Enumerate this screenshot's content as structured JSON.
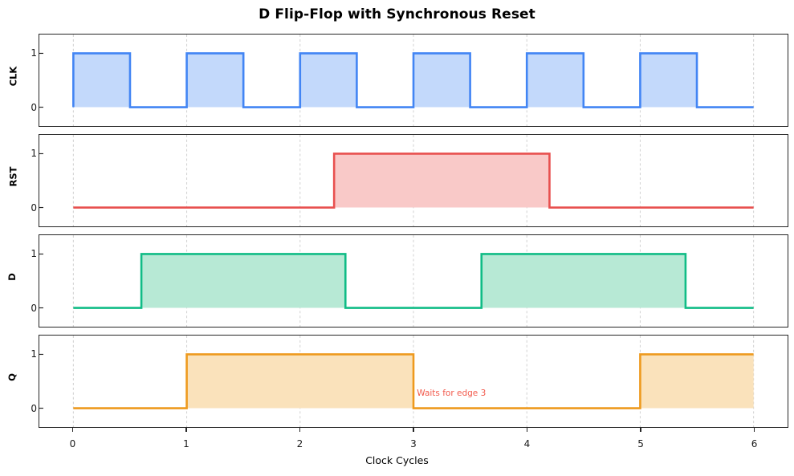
{
  "chart_data": {
    "type": "line",
    "title": "D Flip-Flop with Synchronous Reset",
    "xlabel": "Clock Cycles",
    "ylabel": "",
    "xlim": [
      -0.3,
      6.3
    ],
    "ylim": [
      -0.35,
      1.35
    ],
    "xticks": [
      0,
      1,
      2,
      3,
      4,
      5,
      6
    ],
    "xtick_labels": [
      "0",
      "1",
      "2",
      "3",
      "4",
      "5",
      "6"
    ],
    "yticks": [
      0,
      1
    ],
    "ytick_labels": [
      "0",
      "1"
    ],
    "grid": true,
    "grid_axis": "x",
    "legend": "none",
    "panels": [
      {
        "name": "CLK",
        "label": "CLK",
        "color": "#4285F4",
        "fill_color": "#c3d9fb",
        "x": [
          0,
          0,
          0.5,
          0.5,
          1,
          1,
          1.5,
          1.5,
          2,
          2,
          2.5,
          2.5,
          3,
          3,
          3.5,
          3.5,
          4,
          4,
          4.5,
          4.5,
          5,
          5,
          5.5,
          5.5,
          6
        ],
        "y": [
          0,
          1,
          1,
          0,
          0,
          1,
          1,
          0,
          0,
          1,
          1,
          0,
          0,
          1,
          1,
          0,
          0,
          1,
          1,
          0,
          0,
          1,
          1,
          0,
          0
        ],
        "description": "Square clock, 50% duty cycle, 6 rising edges at t=0,1,2,3,4,5"
      },
      {
        "name": "RST",
        "label": "RST",
        "color": "#E8504F",
        "fill_color": "#f9c9c8",
        "x": [
          0,
          2.3,
          2.3,
          4.2,
          4.2,
          6
        ],
        "y": [
          0,
          0,
          1,
          1,
          0,
          0
        ],
        "description": "Synchronous reset asserted from t=2.3 to t=4.2"
      },
      {
        "name": "D",
        "label": "D",
        "color": "#10BC86",
        "fill_color": "#b7e9d5",
        "x": [
          0,
          0.6,
          0.6,
          2.4,
          2.4,
          3.6,
          3.6,
          5.4,
          5.4,
          6
        ],
        "y": [
          0,
          0,
          1,
          1,
          0,
          0,
          1,
          1,
          0,
          0
        ],
        "description": "Data input high 0.6-2.4 and 3.6-5.4"
      },
      {
        "name": "Q",
        "label": "Q",
        "color": "#EE9A1E",
        "fill_color": "#fae2bb",
        "x": [
          0,
          1,
          1,
          3,
          3,
          5,
          5,
          6
        ],
        "y": [
          0,
          0,
          1,
          1,
          0,
          0,
          1,
          1
        ],
        "description": "Output follows D on rising clock edges; cleared by reset"
      }
    ],
    "annotations": [
      {
        "text": "Waits for edge 3",
        "x": 3.03,
        "y": 0.26,
        "panel": "Q",
        "color": "#f2594b"
      }
    ]
  },
  "axes": {
    "x_label": "Clock Cycles",
    "x_tick_labels": [
      "0",
      "1",
      "2",
      "3",
      "4",
      "5",
      "6"
    ],
    "y_tick_labels": [
      "0",
      "1"
    ]
  },
  "title": "D Flip-Flop with Synchronous Reset"
}
